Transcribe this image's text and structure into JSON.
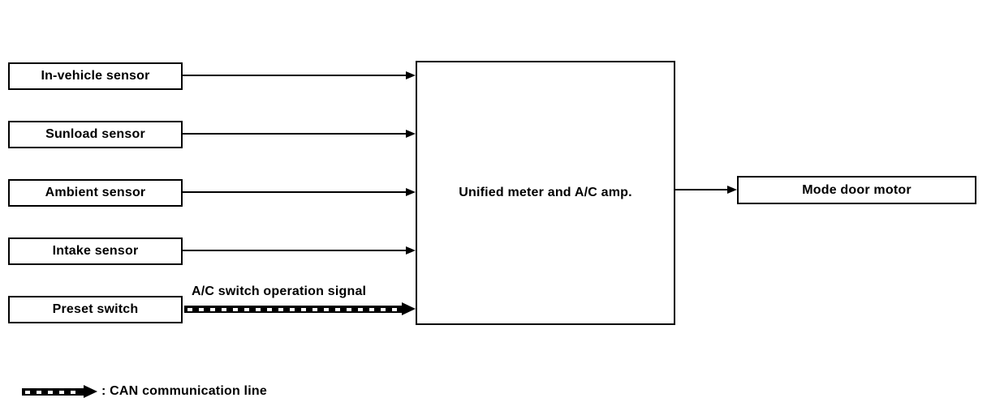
{
  "diagram": {
    "left_boxes": [
      {
        "label": "In-vehicle sensor"
      },
      {
        "label": "Sunload sensor"
      },
      {
        "label": "Ambient sensor"
      },
      {
        "label": "Intake sensor"
      },
      {
        "label": "Preset switch"
      }
    ],
    "center_box": {
      "label": "Unified meter and A/C amp."
    },
    "right_box": {
      "label": "Mode door motor"
    },
    "dashed_arrow_label": "A/C switch operation signal",
    "legend": {
      "symbol": "can-dashed-arrow-icon",
      "label": ": CAN communication line"
    },
    "colors": {
      "line": "#000000",
      "background": "#ffffff"
    }
  }
}
